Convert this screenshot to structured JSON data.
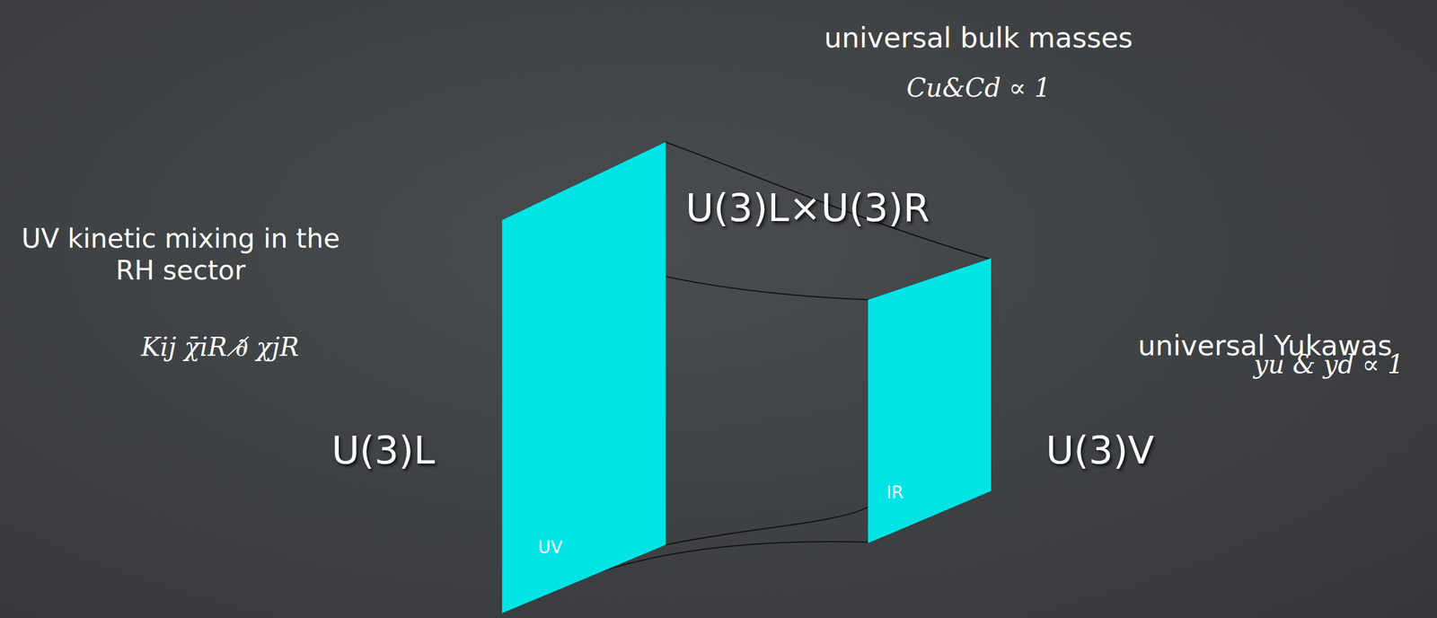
{
  "diagram": {
    "nodes": [
      {
        "text": [
          "UV"
        ]
      },
      {
        "text": [
          "IR"
        ]
      }
    ],
    "labels": [
      "universal bulk masses",
      "Cu&Cd ∝ 1",
      "U(3)L×U(3)R",
      "UV kinetic mixing in the RH sector",
      "Kij χ̄iR ∂̸ χjR",
      "universal Yukawas",
      "yu & yd ∝ 1",
      "U(3)L",
      "U(3)V"
    ]
  }
}
